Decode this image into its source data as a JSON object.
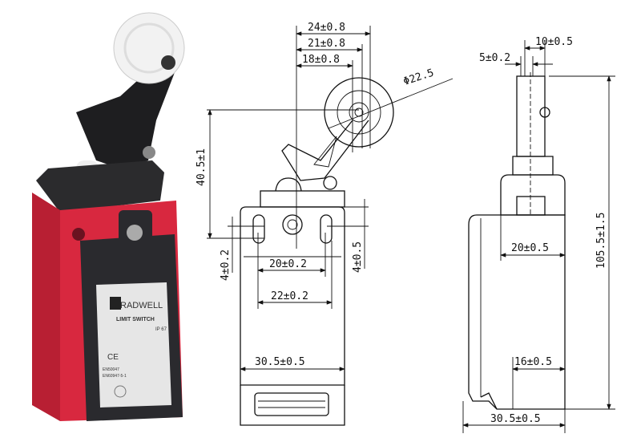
{
  "photo": {
    "brand": "RADWELL",
    "product": "LIMIT SWITCH",
    "rating": "IP 67",
    "cert_ce": "CE",
    "standard_1": "EN50047",
    "standard_2": "EN60947-5-1"
  },
  "front_view": {
    "dim_24": "24±0.8",
    "dim_21": "21±0.8",
    "dim_18": "18±0.8",
    "roller_diameter": "Φ22.5",
    "dim_height": "40.5±1",
    "dim_slot_left": "4±0.2",
    "dim_slot_right": "4±0.5",
    "dim_holes_20": "20±0.2",
    "dim_holes_22": "22±0.2",
    "dim_width": "30.5±0.5"
  },
  "side_view": {
    "dim_5": "5±0.2",
    "dim_10": "10±0.5",
    "dim_total_height": "105.5±1.5",
    "dim_20": "20±0.5",
    "dim_16": "16±0.5",
    "dim_width": "30.5±0.5"
  },
  "colors": {
    "body_red": "#d8283f",
    "cover_black": "#2a2a2e",
    "roller_white": "#f2f2f2"
  }
}
